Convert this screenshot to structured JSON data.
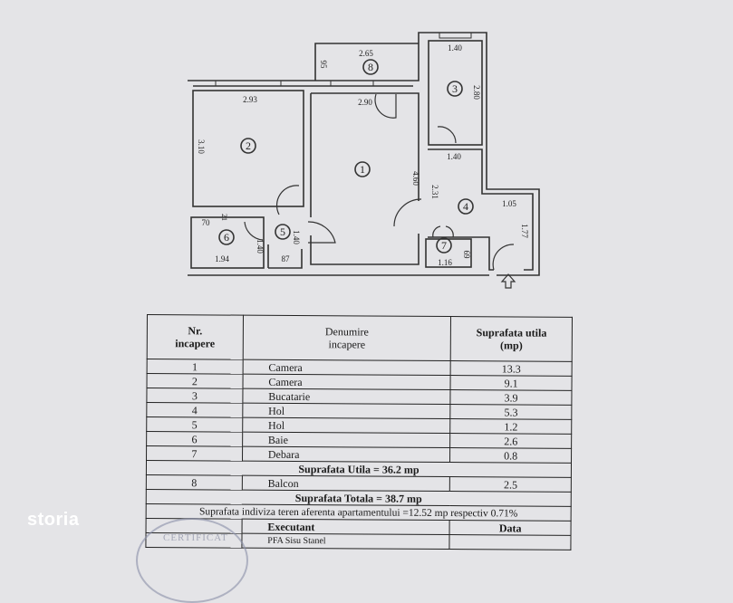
{
  "plan": {
    "rooms": [
      {
        "no": "1",
        "dims": [
          "2.90",
          "4.60"
        ]
      },
      {
        "no": "2",
        "dims": [
          "2.93",
          "3.10"
        ]
      },
      {
        "no": "3",
        "dims": [
          "1.40",
          "2.80"
        ]
      },
      {
        "no": "4",
        "dims": [
          "1.40",
          "2.31",
          "1.05",
          "1.77"
        ]
      },
      {
        "no": "5",
        "dims": [
          "1.40",
          "87"
        ]
      },
      {
        "no": "6",
        "dims": [
          "70",
          "21",
          "1.94",
          "1.40"
        ]
      },
      {
        "no": "7",
        "dims": [
          "1.16",
          "69"
        ]
      },
      {
        "no": "8",
        "dims": [
          "2.65",
          "95"
        ]
      }
    ],
    "entrance_icon": "arrow-up-icon"
  },
  "table": {
    "headers": [
      "Nr.\nincapere",
      "Denumire\nincapere",
      "Suprafata utila\n(mp)"
    ],
    "header_lines": [
      [
        "Nr.",
        "incapere"
      ],
      [
        "Denumire",
        "incapere"
      ],
      [
        "Suprafata utila",
        "(mp)"
      ]
    ],
    "rows": [
      {
        "nr": "1",
        "name": "Camera",
        "area": "13.3"
      },
      {
        "nr": "2",
        "name": "Camera",
        "area": "9.1"
      },
      {
        "nr": "3",
        "name": "Bucatarie",
        "area": "3.9"
      },
      {
        "nr": "4",
        "name": "Hol",
        "area": "5.3"
      },
      {
        "nr": "5",
        "name": "Hol",
        "area": "1.2"
      },
      {
        "nr": "6",
        "name": "Baie",
        "area": "2.6"
      },
      {
        "nr": "7",
        "name": "Debara",
        "area": "0.8"
      }
    ],
    "subtotal": "Suprafata Utila = 36.2 mp",
    "balcony": {
      "nr": "8",
      "name": "Balcon",
      "area": "2.5"
    },
    "total": "Suprafata Totala = 38.7 mp",
    "indiviza": "Suprafata indiviza teren aferenta apartamentului =12.52 mp respectiv 0.71%",
    "executant_label": "Executant",
    "data_label": "Data",
    "executant": "PFA Sisu Stanel"
  },
  "stamp_text": "CERTIFICAT",
  "watermark": "storia"
}
